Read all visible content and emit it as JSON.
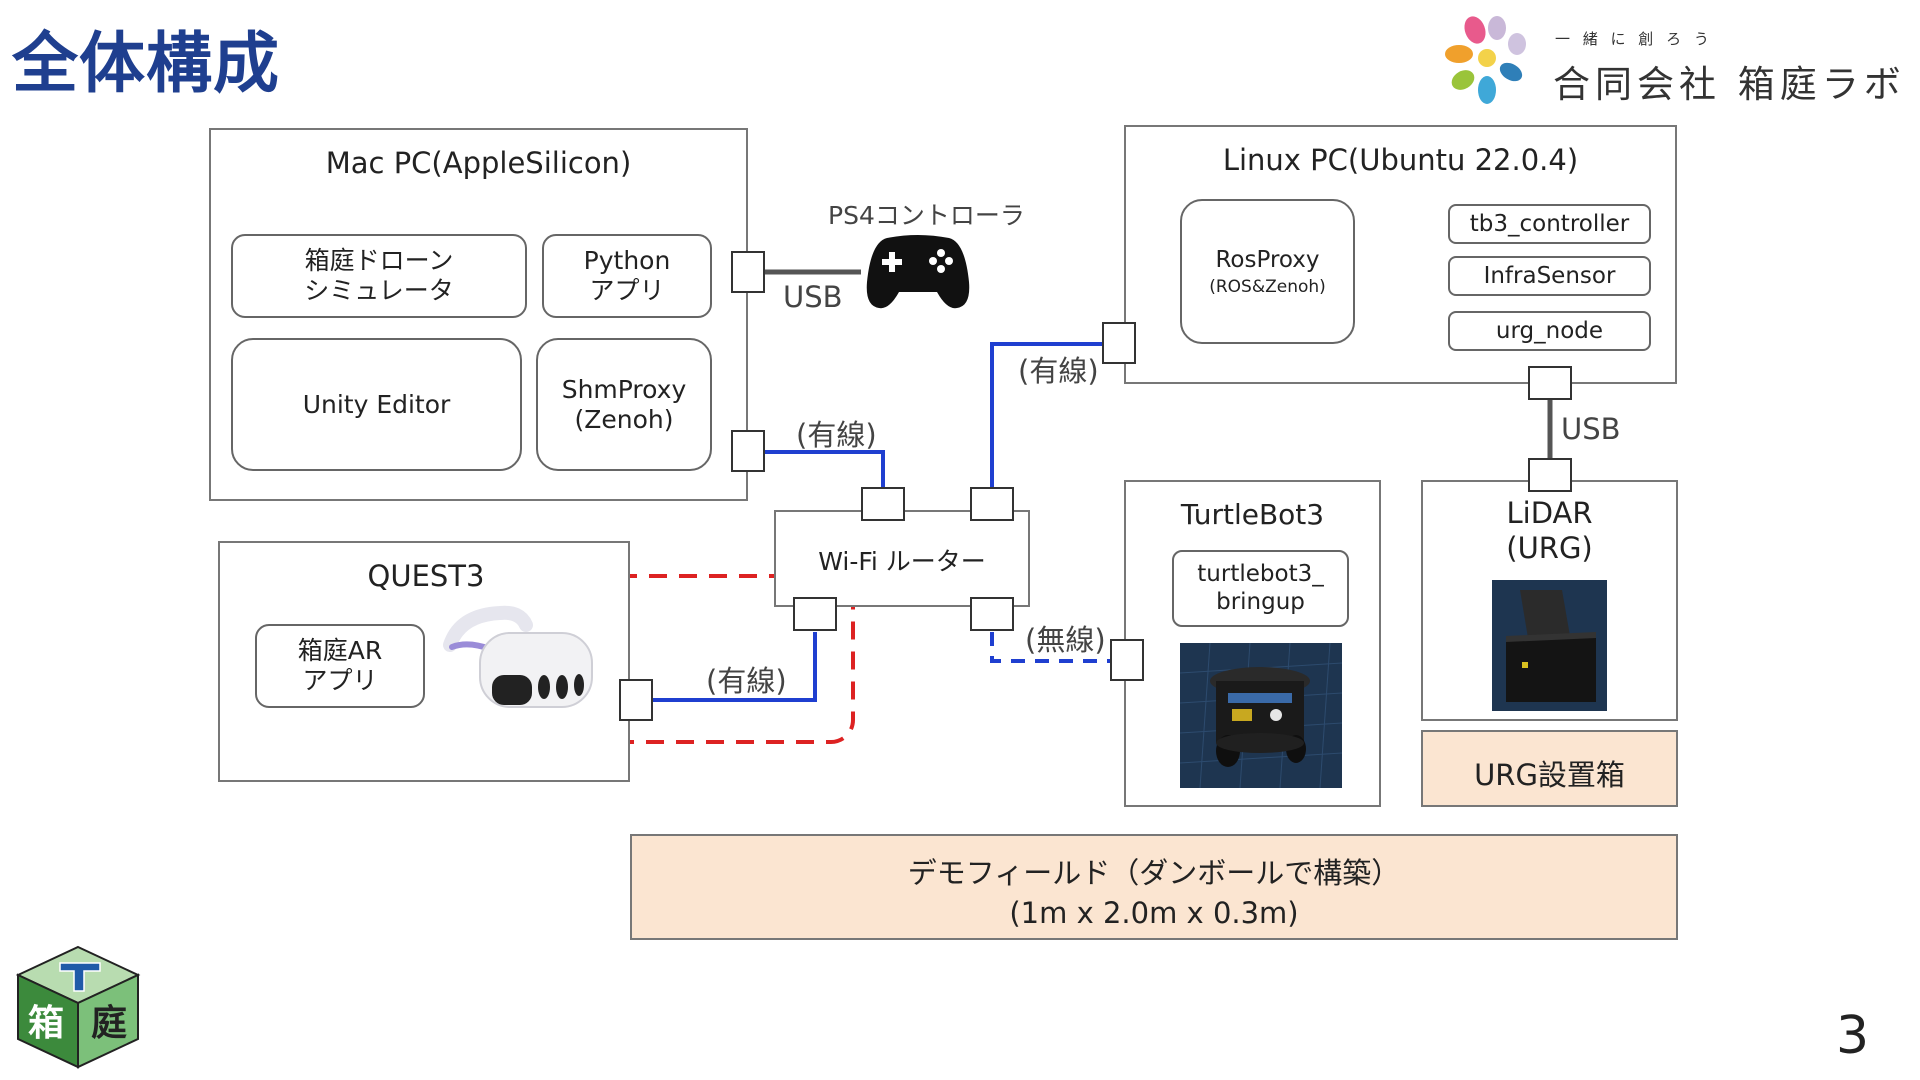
{
  "header": {
    "title": "全体構成",
    "company_tagline": "一 緒 に 創 ろ う",
    "company_name": "合同会社 箱庭ラボ"
  },
  "mac_pc": {
    "title": "Mac PC(AppleSilicon)",
    "modules": {
      "drone_sim": "箱庭ドローン\nシミュレータ",
      "python_app": "Python\nアプリ",
      "unity_editor": "Unity Editor",
      "shm_proxy": "ShmProxy\n(Zenoh)"
    }
  },
  "ps4": {
    "label": "PS4コントローラ",
    "link": "USB"
  },
  "linux_pc": {
    "title": "Linux PC(Ubuntu 22.0.4)",
    "ros_proxy": {
      "name": "RosProxy",
      "sub": "(ROS&Zenoh)"
    },
    "nodes": [
      "tb3_controller",
      "InfraSensor",
      "urg_node"
    ]
  },
  "links": {
    "linux_wired": "(有線)",
    "mac_wired": "(有線)",
    "quest_wired": "(有線)",
    "wireless": "(無線)",
    "lidar_usb": "USB"
  },
  "router": {
    "label": "Wi-Fi ルーター"
  },
  "quest": {
    "title": "QUEST3",
    "app": "箱庭AR\nアプリ"
  },
  "turtlebot": {
    "title": "TurtleBot3",
    "module": "turtlebot3_\nbringup"
  },
  "lidar": {
    "title": "LiDAR\n(URG)",
    "box": "URG設置箱"
  },
  "field": {
    "line1": "デモフィールド（ダンボールで構築）",
    "line2": "(1m x 2.0m x 0.3m)"
  },
  "footer": {
    "logo_chars": [
      "箱",
      "庭"
    ],
    "page_number": "3"
  },
  "colors": {
    "title_blue": "#1f3f8f",
    "wire_blue": "#1f3fd0",
    "highlight_red": "#dd2222",
    "field_fill": "#fbe5d1",
    "robot_bg": "#1e3550"
  }
}
